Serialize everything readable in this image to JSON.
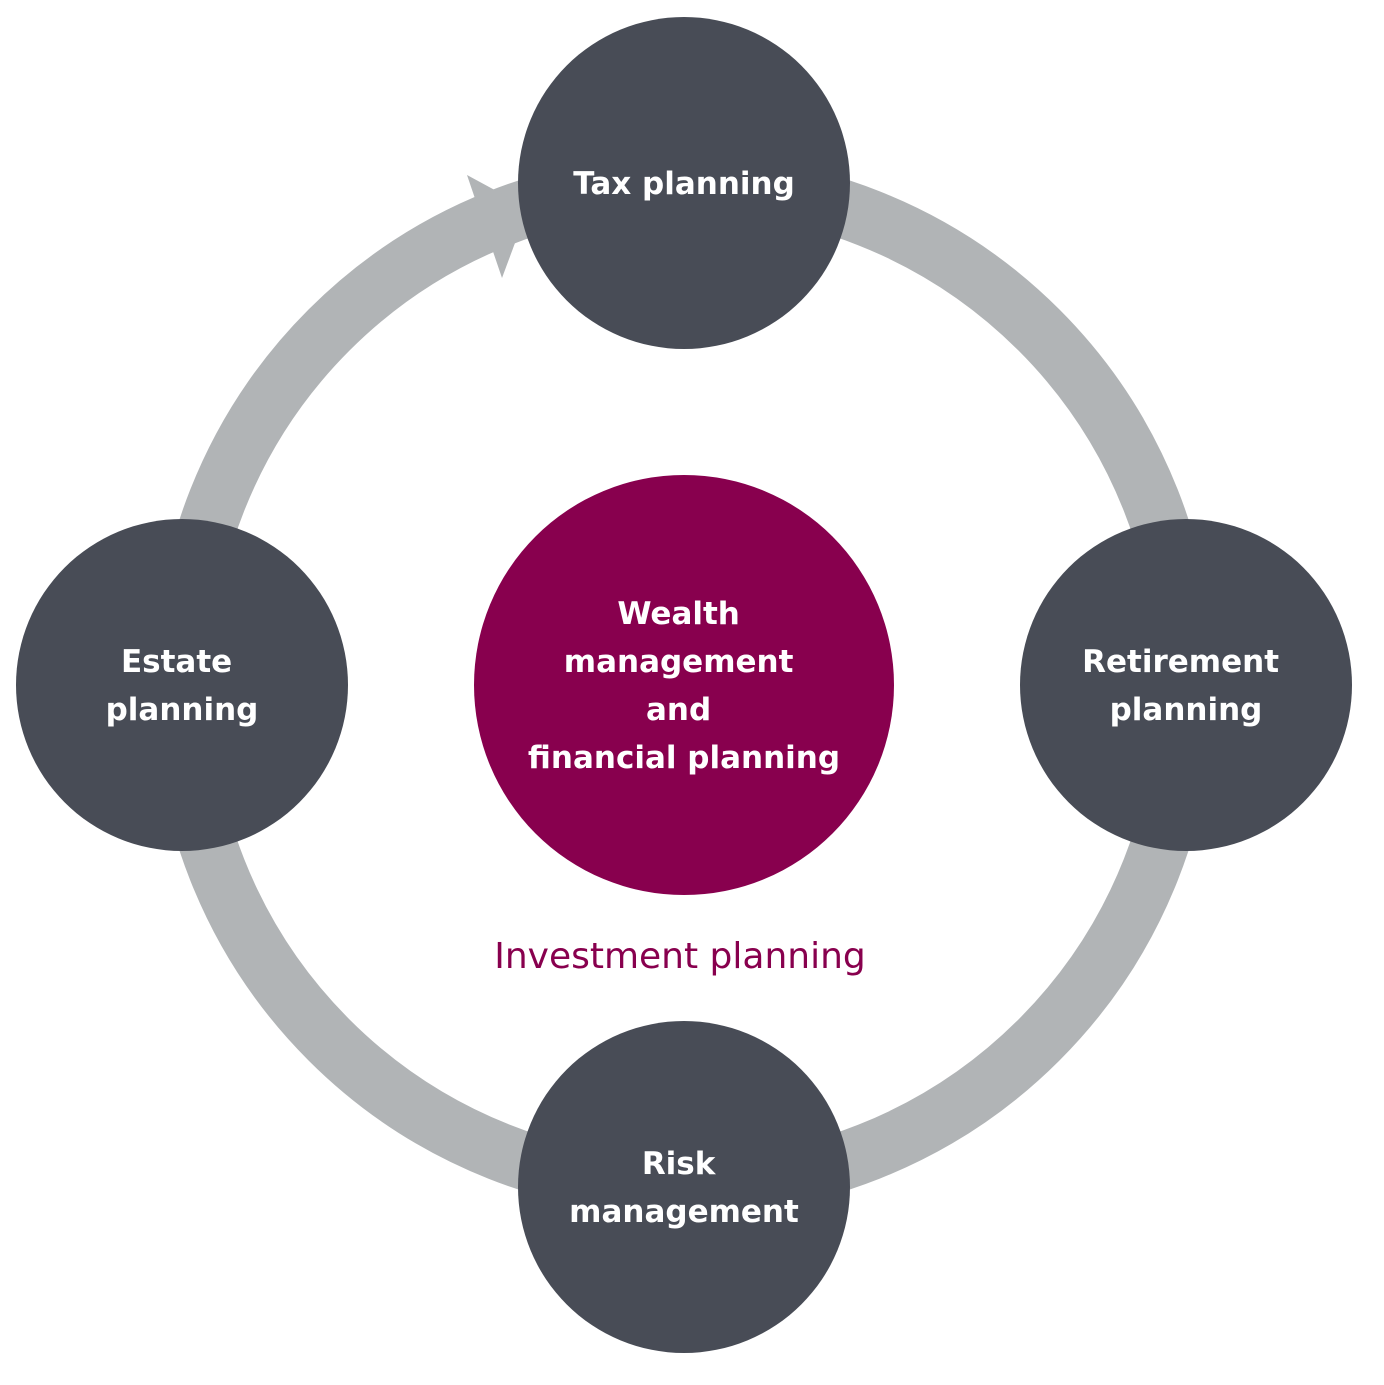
{
  "center": {
    "lines": [
      "Wealth",
      "management",
      "and",
      "financial planning"
    ],
    "color": "#88004e"
  },
  "caption": {
    "text": "Investment planning",
    "color": "#88004e"
  },
  "nodes": {
    "top": {
      "lines": [
        "Tax planning"
      ]
    },
    "right": {
      "lines": [
        "Retirement",
        "planning"
      ]
    },
    "bottom": {
      "lines": [
        "Risk",
        "management"
      ]
    },
    "left": {
      "lines": [
        "Estate",
        "planning"
      ]
    }
  },
  "colors": {
    "node": "#484c56",
    "ring": "#b1b4b6"
  }
}
